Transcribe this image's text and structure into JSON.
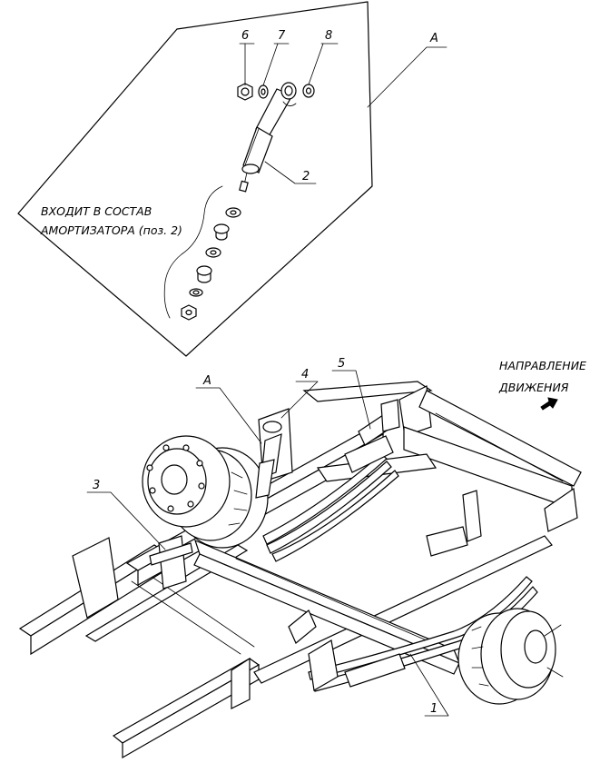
{
  "callouts": {
    "p1": "1",
    "p2": "2",
    "p3": "3",
    "p4": "4",
    "p5": "5",
    "p6": "6",
    "p7": "7",
    "p8": "8",
    "view_a_top": "A",
    "view_a_bottom": "A"
  },
  "note": {
    "line1": "ВХОДИТ В СОСТАВ",
    "line2": "АМОРТИЗАТОРА (поз. 2)"
  },
  "direction": {
    "line1": "НАПРАВЛЕНИЕ",
    "line2": "ДВИЖЕНИЯ"
  },
  "icons": {
    "arrow": "direction-arrow-icon"
  }
}
